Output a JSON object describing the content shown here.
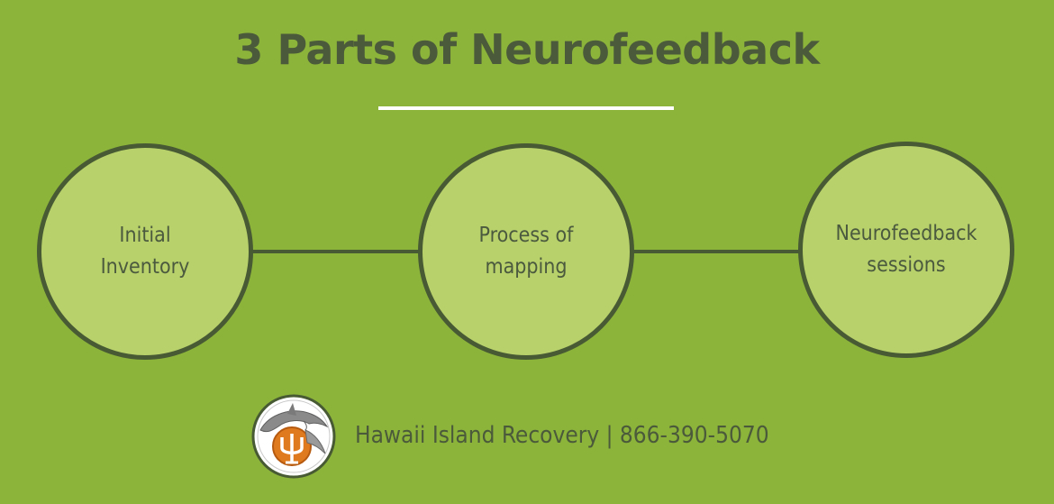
{
  "title": "3 Parts of Neurofeedback",
  "nodes": [
    {
      "line1": "Initial",
      "line2": "Inventory"
    },
    {
      "line1": "Process of",
      "line2": "mapping"
    },
    {
      "line1": "Neurofeedback",
      "line2": "sessions"
    }
  ],
  "footer": {
    "text": "Hawaii Island Recovery | 866-390-5070",
    "logo_icon": "dolphin-psi-logo-icon"
  },
  "colors": {
    "background": "#8db43a",
    "circle_fill": "#b8d16a",
    "outline": "#475a34",
    "text": "#4a5a3a",
    "accent_orange": "#e07a1f"
  }
}
